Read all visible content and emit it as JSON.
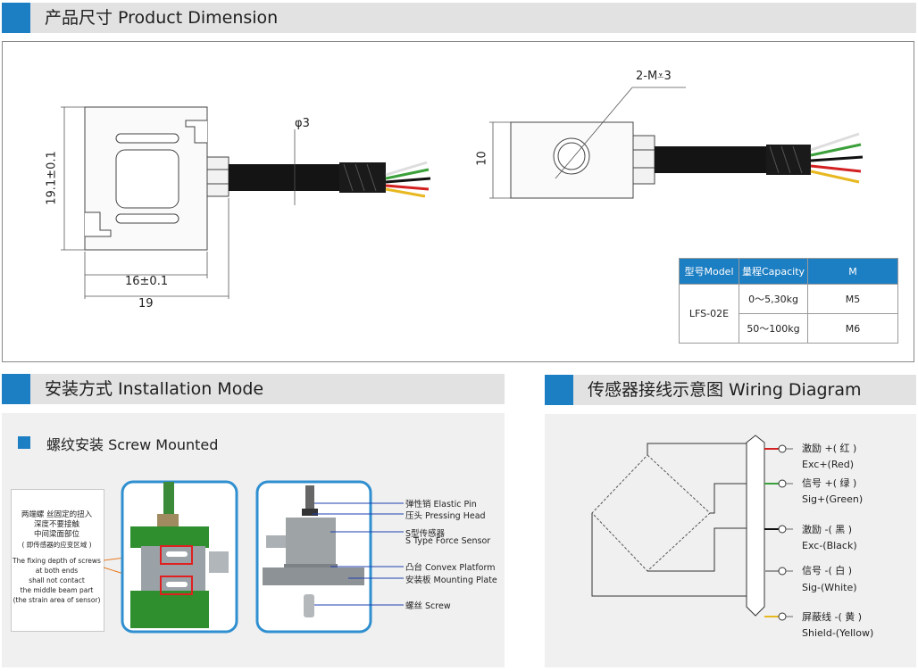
{
  "sections": {
    "product_dimension": "产品尺寸 Product Dimension",
    "installation_mode": "安装方式 Installation Mode",
    "wiring_diagram": "传感器接线示意图 Wiring Diagram"
  },
  "dimensions": {
    "height": "19.1±0.1",
    "width_inner": "16±0.1",
    "width_outer": "19",
    "cable_dia": "φ3",
    "holes": "2-M⩡3",
    "thickness": "10"
  },
  "spec_table": {
    "headers": [
      "型号Model",
      "量程Capacity",
      "M"
    ],
    "model": "LFS-02E",
    "rows": [
      {
        "capacity": "0～5,30kg",
        "m": "M5"
      },
      {
        "capacity": "50～100kg",
        "m": "M6"
      }
    ]
  },
  "installation": {
    "subtitle": "螺纹安装 Screw Mounted",
    "note_cn": [
      "两端螺 丝固定的扭入",
      "深度不要接触",
      "中间梁面部位",
      "( 即传感器的应变区域 )"
    ],
    "note_en": [
      "The fixing depth of screws",
      "at both ends",
      "shall not contact",
      "the middle beam part",
      "(the strain area of sensor)"
    ],
    "labels": [
      "弹性销 Elastic Pin",
      "压头 Pressing Head",
      "S型传感器",
      "S Type Force Sensor",
      "凸台 Convex Platform",
      "安装板 Mounting Plate",
      "螺丝 Screw"
    ]
  },
  "wiring": [
    {
      "cn": "激励 +( 红 )",
      "en": "Exc+(Red)",
      "color": "#d32020"
    },
    {
      "cn": "信号 +( 绿 )",
      "en": "Sig+(Green)",
      "color": "#3aa03a"
    },
    {
      "cn": "激励 -( 黑 )",
      "en": "Exc-(Black)",
      "color": "#111111"
    },
    {
      "cn": "信号 -( 白 )",
      "en": "Sig-(White)",
      "color": "#dddddd"
    },
    {
      "cn": "屏蔽线 -( 黄 )",
      "en": "Shield-(Yellow)",
      "color": "#e8b820"
    }
  ]
}
